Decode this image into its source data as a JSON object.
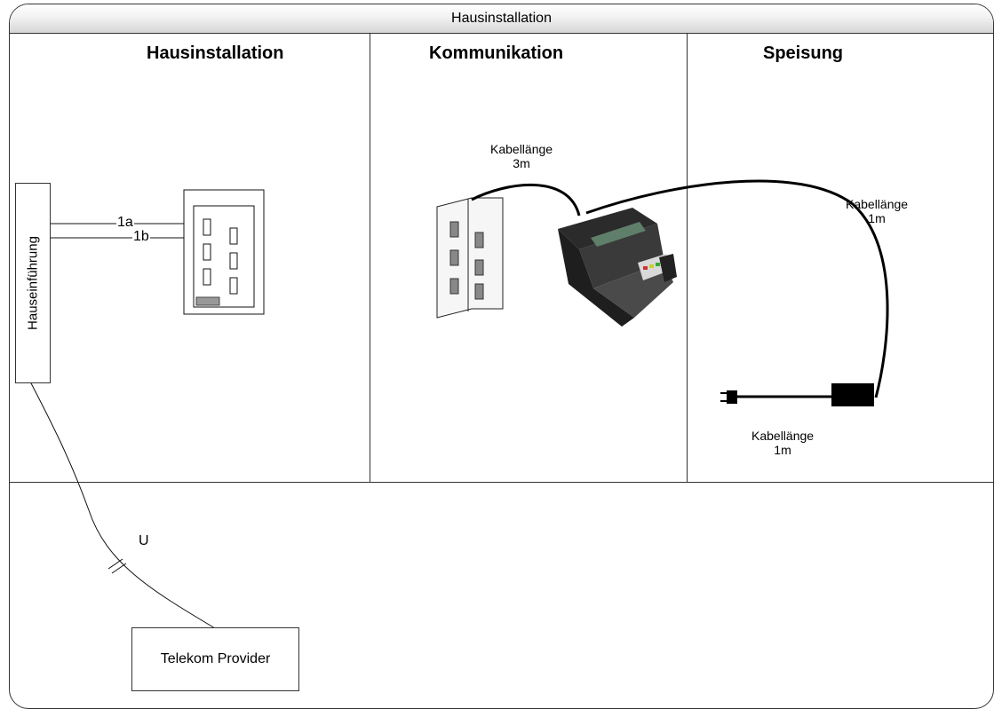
{
  "diagram": {
    "header_title": "Hausinstallation",
    "columns": {
      "hausinstallation": "Hausinstallation",
      "kommunikation": "Kommunikation",
      "speisung": "Speisung"
    },
    "house_entry_label": "Hauseinführung",
    "wire_labels": {
      "wire_a": "1a",
      "wire_b": "1b"
    },
    "cable_labels": {
      "communication_line1": "Kabellänge",
      "communication_line2": "3m",
      "power_upper_line1": "Kabellänge",
      "power_upper_line2": "1m",
      "power_lower_line1": "Kabellänge",
      "power_lower_line2": "1m"
    },
    "interface_label": "U",
    "provider_label": "Telekom Provider"
  }
}
